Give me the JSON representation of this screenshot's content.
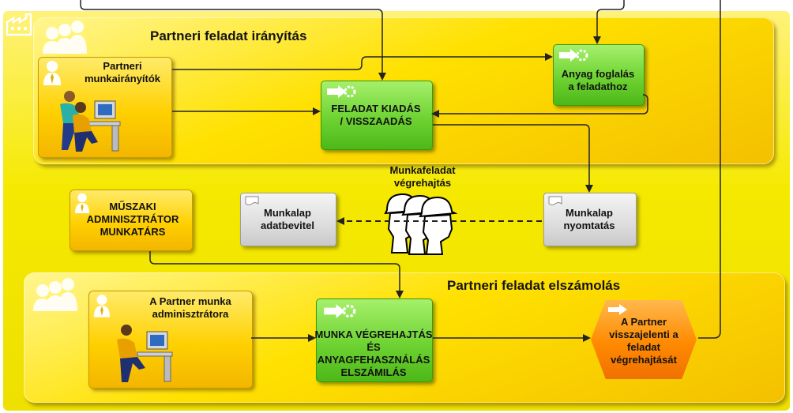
{
  "lanes": {
    "top_title": "Partneri feladat irányítás",
    "bottom_title": "Partneri feladat elszámolás"
  },
  "roles": {
    "top_role": [
      "Partneri",
      "munkairányítók"
    ],
    "admin_role": [
      "MŰSZAKI",
      "ADMINISZTRÁTOR",
      "MUNKATÁRS"
    ],
    "bottom_role": [
      "A Partner munka",
      "adminisztrátora"
    ]
  },
  "tasks": {
    "feladat_kiadas": [
      "FELADAT KIADÁS",
      "/ VISSZAADÁS"
    ],
    "anyag_foglalas": [
      "Anyag foglalás",
      "a feladathoz"
    ],
    "munkalap_nyomtatas": [
      "Munkalap",
      "nyomtatás"
    ],
    "munkalap_adatbevitel": [
      "Munkalap",
      "adatbevitel"
    ],
    "munka_vegrehajtas": [
      "MUNKA VÉGREHAJTÁS",
      "ÉS ANYAGFEHASZNÁLÁS",
      "ELSZÁMILÁS"
    ],
    "visszajelent": [
      "A Partner",
      "visszajelenti a",
      "feladat",
      "végrehajtását"
    ]
  },
  "workers": {
    "label": [
      "Munkafeladat",
      "végrehajtás"
    ]
  },
  "colors": {
    "lane": "#ffe100",
    "role": "#ffd000",
    "task_green": "#6ed332",
    "task_gray": "#dddddd",
    "event_orange": "#ff8a00",
    "connector": "#222222"
  },
  "icons": {
    "factory": "factory-icon",
    "group": "people-group-icon",
    "person": "person-icon",
    "process": "process-arrow-gear-icon",
    "document": "document-icon",
    "workers": "hardhat-workers-icon",
    "computer_worker": "worker-at-computer-icon"
  }
}
